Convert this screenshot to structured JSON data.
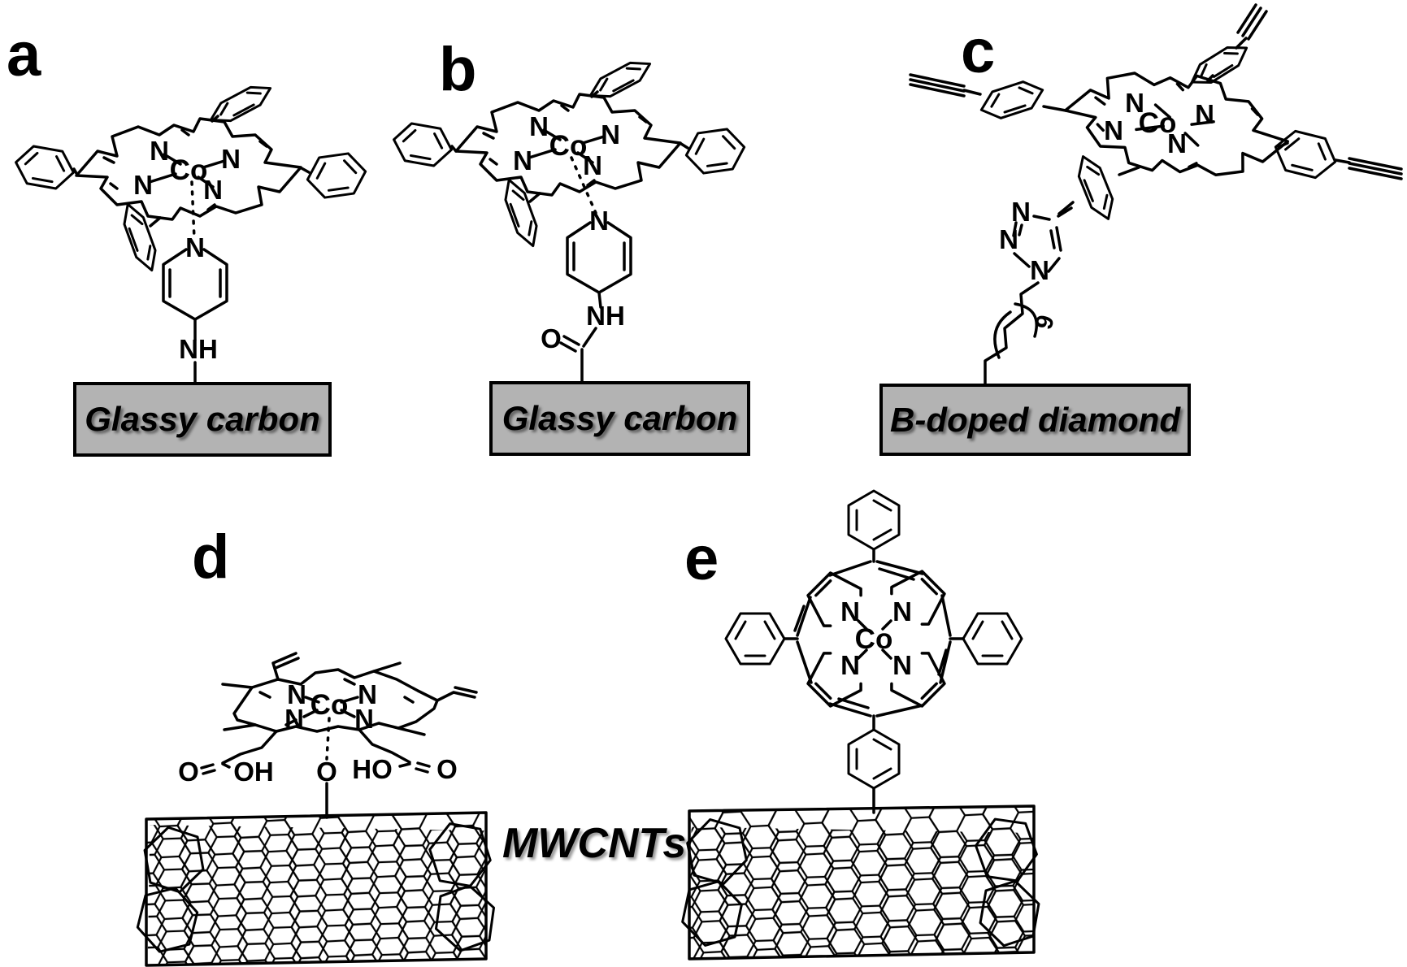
{
  "colors": {
    "background": "#ffffff",
    "line": "#000000",
    "electrode_fill": "#b3b3b3",
    "electrode_border": "#000000"
  },
  "mwcnt_label": "MWCNTs",
  "panels": {
    "a": {
      "label": "a",
      "electrode": "Glassy carbon",
      "core": {
        "metal": "Co",
        "n_top_left": "N",
        "n_top_right": "N",
        "n_bottom_left": "N",
        "n_bottom_right": "N"
      },
      "linker": {
        "pyridine_n": "N",
        "nh": "NH"
      }
    },
    "b": {
      "label": "b",
      "electrode": "Glassy carbon",
      "core": {
        "metal": "Co",
        "n_top_left": "N",
        "n_top_right": "N",
        "n_bottom_left": "N",
        "n_bottom_right": "N"
      },
      "linker": {
        "pyridine_n": "N",
        "nh": "NH",
        "carbonyl_o": "O"
      }
    },
    "c": {
      "label": "c",
      "electrode": "B-doped diamond",
      "core": {
        "metal": "Co",
        "n_top_left": "N",
        "n_top_right": "N",
        "n_bottom_left": "N",
        "n_bottom_right": "N"
      },
      "linker": {
        "triazole_n1": "N",
        "triazole_n2": "N",
        "triazole_n3": "N",
        "chain_repeat": "9"
      }
    },
    "d": {
      "label": "d",
      "core": {
        "metal": "Co",
        "n_top_left": "N",
        "n_top_right": "N",
        "n_bottom_left": "N",
        "n_bottom_right": "N"
      },
      "substituents": {
        "carboxyl_o_left": "O",
        "carboxyl_oh_left": "OH",
        "carboxyl_ho_right": "HO",
        "carboxyl_o_right": "O",
        "axial_o": "O"
      }
    },
    "e": {
      "label": "e",
      "core": {
        "metal": "Co",
        "n_top_left": "N",
        "n_top_right": "N",
        "n_bottom_left": "N",
        "n_bottom_right": "N"
      }
    }
  }
}
